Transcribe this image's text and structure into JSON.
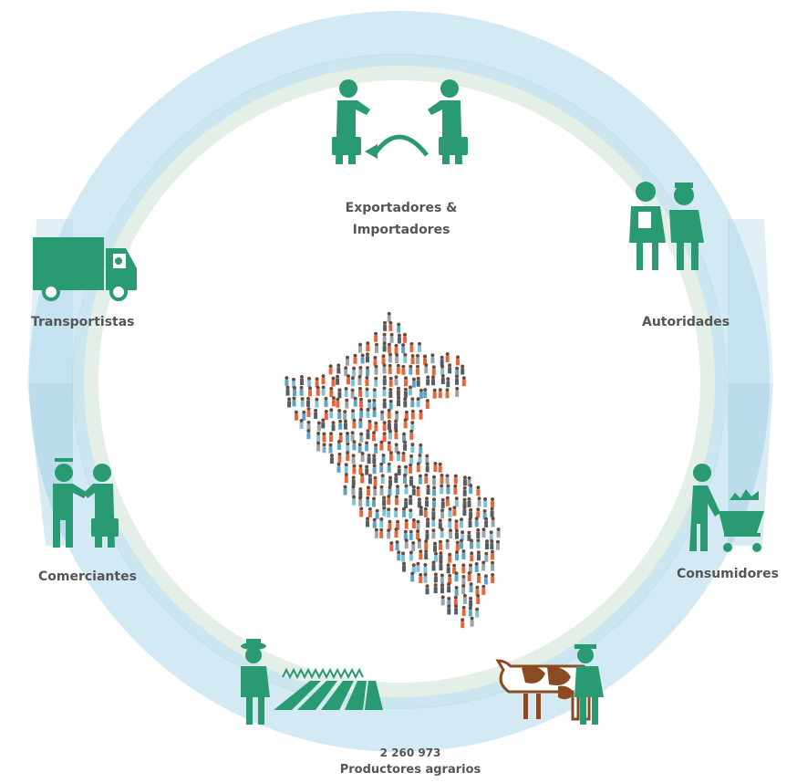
{
  "actors": {
    "exportadores_line1": "Exportadores &",
    "exportadores_line2": "Importadores",
    "transportistas": "Transportistas",
    "autoridades": "Autoridades",
    "comerciantes": "Comerciantes",
    "consumidores": "Consumidores",
    "productores_count": "2 260 973",
    "productores": "Productores agrarios"
  },
  "colors": {
    "icon": "#2a9a72",
    "ring_outer": "#cfe8f2",
    "ring_mid": "#9fd0e3",
    "ring_inner": "#e6f0e8",
    "people_orange": "#e8673a",
    "people_blue": "#5aa6c8",
    "people_dark": "#555f66",
    "cow_brown": "#8a4a22"
  },
  "icons": [
    "handshake-exporters-icon",
    "truck-icon",
    "inspectors-icon",
    "traders-handshake-icon",
    "shopper-cart-icon",
    "farmer-field-icon",
    "farmer-cow-icon",
    "peru-crowd-map"
  ]
}
